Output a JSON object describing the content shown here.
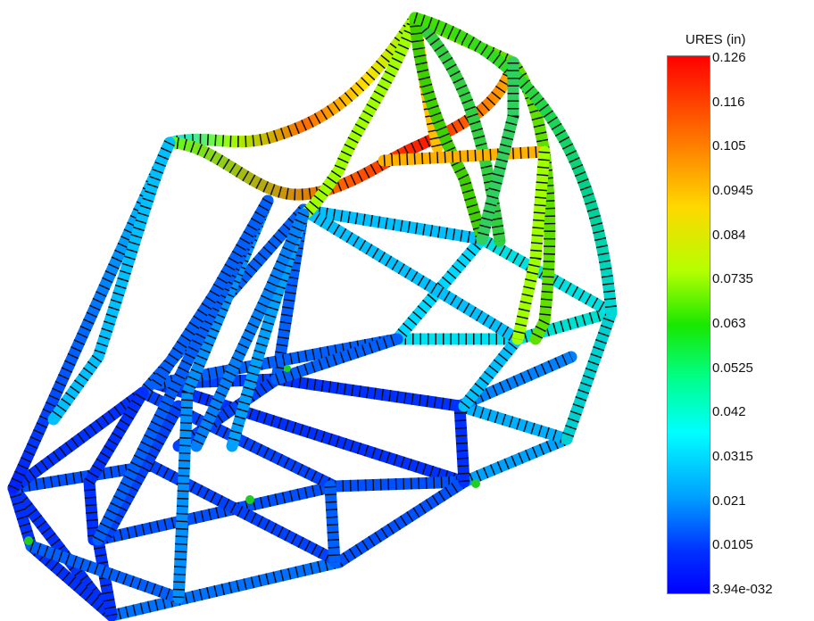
{
  "legend": {
    "title": "URES (in)",
    "ticks": [
      "0.126",
      "0.116",
      "0.105",
      "0.0945",
      "0.084",
      "0.0735",
      "0.063",
      "0.0525",
      "0.042",
      "0.0315",
      "0.021",
      "0.0105",
      "3.94e-032"
    ]
  },
  "colors": {
    "max": "#ff0000",
    "high": "#ff8c00",
    "upper_mid": "#ffd800",
    "mid": "#19e800",
    "lower_mid": "#00ffff",
    "low": "#0080ff",
    "min": "#0000ff",
    "tick_marks": "#111111",
    "fixture_marker": "#22cc22"
  }
}
